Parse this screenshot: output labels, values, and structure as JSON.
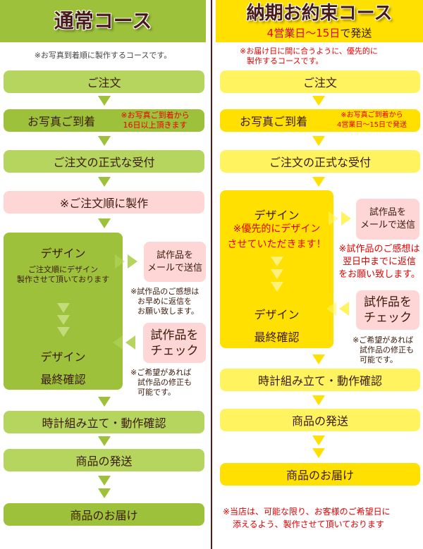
{
  "left": {
    "title": "通常コース",
    "note": "※お写真到着順に製作するコースです。",
    "steps": {
      "order": "ご注文",
      "arrival": "お写真ご到着",
      "arrival_note1": "※お写真ご到着から",
      "arrival_note2": "16日以上頂きます",
      "accept": "ご注文の正式な受付",
      "made": "※ご注文順に製作",
      "design": "デザイン",
      "design_note1": "ご注文順にデザイン",
      "design_note2": "製作させて頂いております",
      "design_final1": "デザイン",
      "design_final2": "最終確認",
      "send1": "試作品を",
      "send2": "メールで送信",
      "send_note1": "※試作品のご感想は",
      "send_note2": "お早めに返信を",
      "send_note3": "お願い致します。",
      "check1": "試作品を",
      "check2": "チェック",
      "check_note1": "※ご希望があれば",
      "check_note2": "試作品の修正も",
      "check_note3": "可能です。",
      "assemble": "時計組み立て・動作確認",
      "ship": "商品の発送",
      "deliver": "商品のお届け"
    }
  },
  "right": {
    "title": "納期お約束コース",
    "subtitle_red": "4営業日～15日",
    "subtitle_rest": "で発送",
    "note1": "※お届け日に間に合うように、優先的に",
    "note2": "製作するコースです。",
    "steps": {
      "order": "ご注文",
      "arrival": "お写真ご到着",
      "arrival_note1": "※お写真ご到着から",
      "arrival_note2": "4営業日～15日で発送",
      "accept": "ご注文の正式な受付",
      "design": "デザイン",
      "design_note1": "※優先的にデザイン",
      "design_note2": "させていただきます！",
      "design_final1": "デザイン",
      "design_final2": "最終確認",
      "send1": "試作品を",
      "send2": "メールで送信",
      "send_note1": "※試作品のご感想は",
      "send_note2": "翌日中までに返信",
      "send_note3": "をお願い致します。",
      "check1": "試作品を",
      "check2": "チェック",
      "check_note1": "※ご希望があれば",
      "check_note2": "試作品の修正も",
      "check_note3": "可能です。",
      "assemble": "時計組み立て・動作確認",
      "ship": "商品の発送",
      "deliver": "商品のお届け"
    },
    "footer1": "※当店は、可能な限り、お客様のご希望日に",
    "footer2": "添えるよう、製作させて頂いております"
  }
}
